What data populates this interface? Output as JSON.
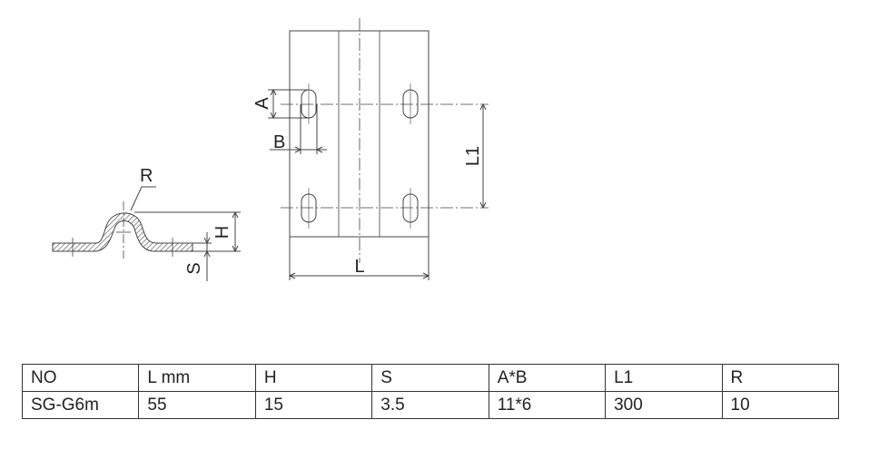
{
  "drawing": {
    "labels": {
      "R": "R",
      "H": "H",
      "S": "S",
      "A": "A",
      "B": "B",
      "L1": "L1",
      "L": "L"
    }
  },
  "table": {
    "headers": [
      "NO",
      "L mm",
      "H",
      "S",
      "A*B",
      "L1",
      "R"
    ],
    "rows": [
      [
        "SG-G6m",
        "55",
        "15",
        "3.5",
        "11*6",
        "300",
        "10"
      ]
    ]
  }
}
